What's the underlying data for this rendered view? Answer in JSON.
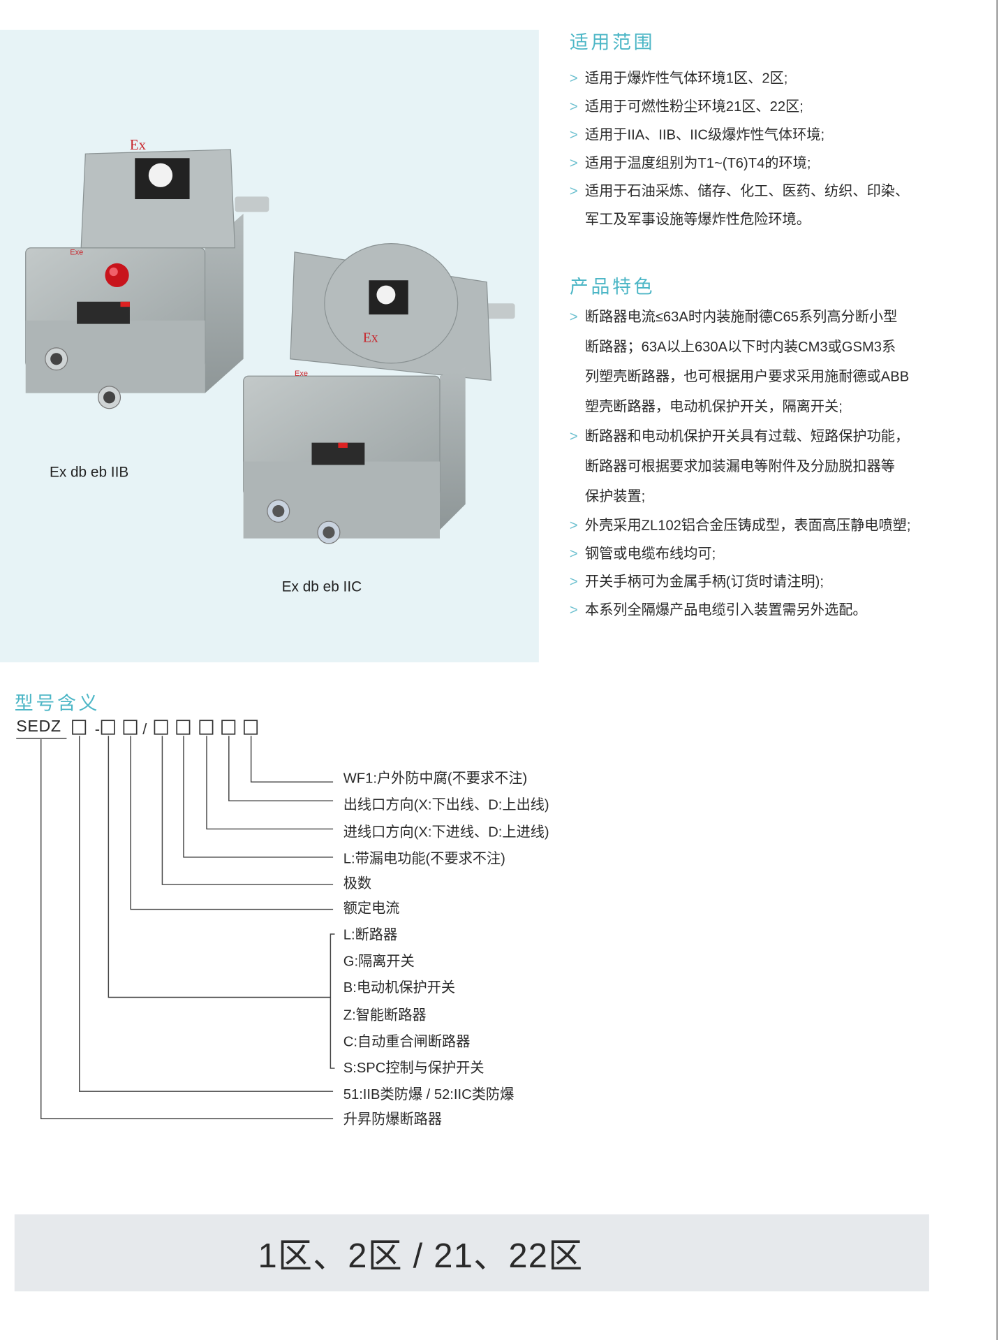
{
  "scope": {
    "title": "适用范围",
    "items": [
      "适用于爆炸性气体环境1区、2区;",
      "适用于可燃性粉尘环境21区、22区;",
      "适用于IIA、IIB、IIC级爆炸性气体环境;",
      "适用于温度组别为T1~(T6)T4的环境;",
      "适用于石油采炼、储存、化工、医药、纺织、印染、"
    ],
    "continuation": "军工及军事设施等爆炸性危险环境。"
  },
  "features": {
    "title": "产品特色",
    "items": [
      {
        "lines": [
          "断路器电流≤63A时内装施耐德C65系列高分断小型",
          "断路器；63A以上630A以下时内装CM3或GSM3系",
          "列塑壳断路器，也可根据用户要求采用施耐德或ABB",
          "塑壳断路器，电动机保护开关，隔离开关;"
        ]
      },
      {
        "lines": [
          "断路器和电动机保护开关具有过载、短路保护功能，",
          "断路器可根据要求加装漏电等附件及分励脱扣器等",
          "保护装置;"
        ]
      },
      {
        "lines": [
          "外壳采用ZL102铝合金压铸成型，表面高压静电喷塑;"
        ]
      },
      {
        "lines": [
          "钢管或电缆布线均可;"
        ]
      },
      {
        "lines": [
          "开关手柄可为金属手柄(订货时请注明);"
        ]
      },
      {
        "lines": [
          "本系列全隔爆产品电缆引入装置需另外选配。"
        ]
      }
    ]
  },
  "products": [
    {
      "caption": "Ex db eb IIB",
      "marking": "Ex",
      "sub_marking": "Exe"
    },
    {
      "caption": "Ex db eb IIC",
      "marking": "Ex",
      "sub_marking": "Exe"
    }
  ],
  "model": {
    "title": "型号含义",
    "prefix": "SEDZ",
    "code_template": "□-□□/□□□□□",
    "labels": [
      "WF1:户外防中腐(不要求不注)",
      "出线口方向(X:下出线、D:上出线)",
      "进线口方向(X:下进线、D:上进线)",
      "L:带漏电功能(不要求不注)",
      "极数",
      "额定电流",
      "L:断路器",
      "G:隔离开关",
      "B:电动机保护开关",
      "Z:智能断路器",
      "C:自动重合闸断路器",
      "S:SPC控制与保护开关",
      "51:IIB类防爆 / 52:IIC类防爆",
      "升昇防爆断路器"
    ]
  },
  "zones_banner": "1区、2区 / 21、22区",
  "colors": {
    "accent": "#4cb6c6",
    "panel": "#e7f3f6",
    "band": "#e6e9ec"
  }
}
